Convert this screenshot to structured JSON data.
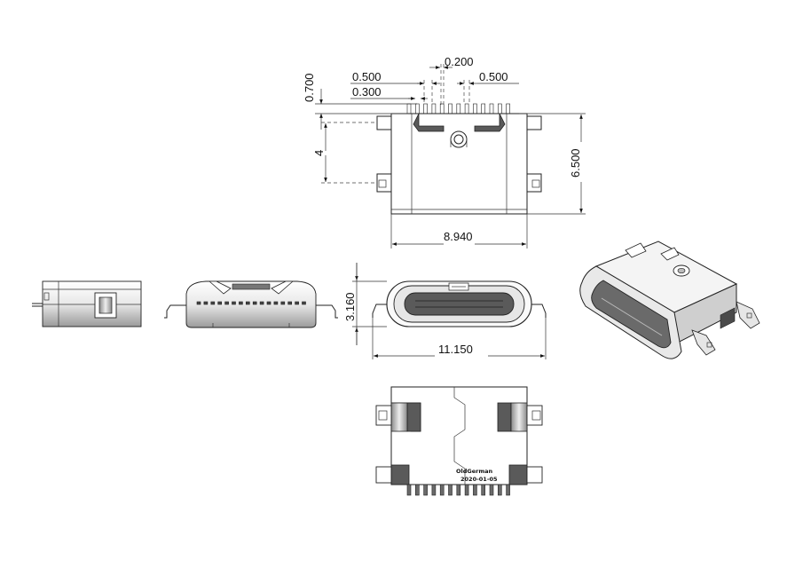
{
  "dimensions": {
    "pitch": "0.200",
    "pad_left": "0.500",
    "pad_right": "0.500",
    "pad_width": "0.300",
    "pin_length": "0.700",
    "tab_spacing": "4",
    "length": "6.500",
    "body_width": "8.940",
    "height": "3.160",
    "overall_width": "11.150"
  },
  "annotation": {
    "author": "OldGerman",
    "date": "2020-01-05"
  },
  "colors": {
    "line": "#222222",
    "body_fill": "#f2f2f2",
    "dark_fill": "#5a5a5a"
  }
}
